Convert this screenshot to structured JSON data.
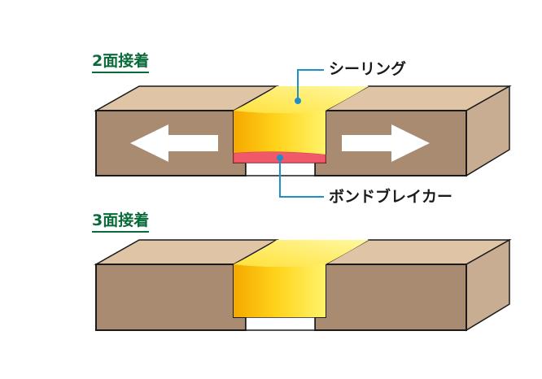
{
  "diagram": {
    "heading_top": "2面接着",
    "heading_bottom": "3面接着",
    "label_sealing": "シーリング",
    "label_bond_breaker": "ボンドブレイカー"
  },
  "colors": {
    "heading": "#0a6b3a",
    "block_front": "#a98b72",
    "block_top": "#dfc4a6",
    "block_side": "#c9ad93",
    "block_edge": "#1a1a1a",
    "sealant_light": "#fff15a",
    "sealant_mid": "#ffd21a",
    "sealant_dark": "#f5a200",
    "bond_breaker": "#f0596a",
    "leader_line": "#1e8fc8",
    "arrow": "#ffffff"
  }
}
